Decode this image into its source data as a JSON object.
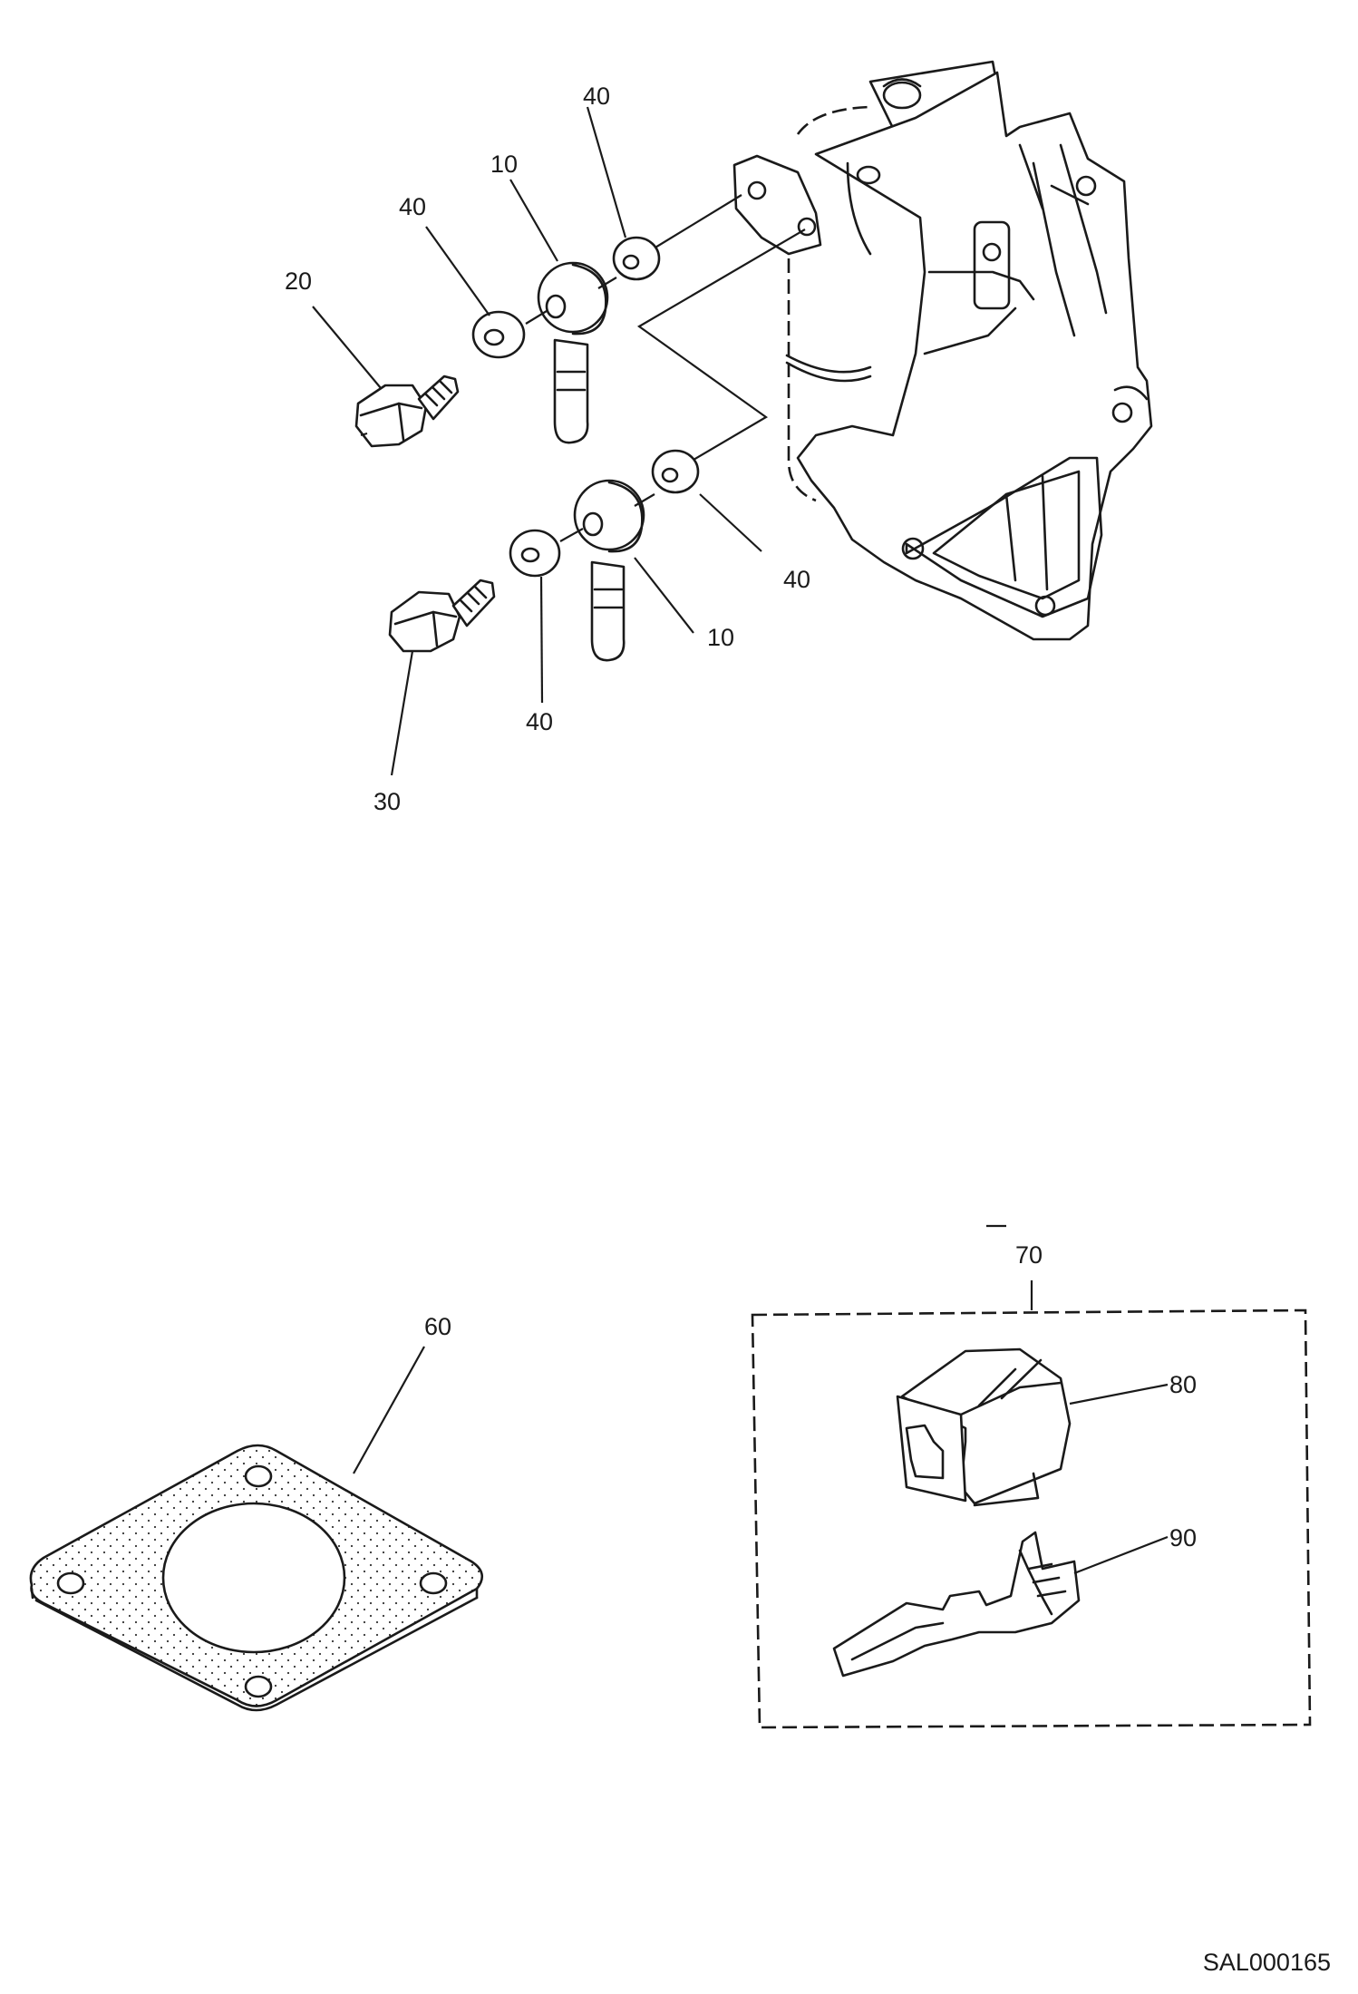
{
  "callouts": {
    "c10_upper": "10",
    "c10_lower": "10",
    "c20": "20",
    "c30": "30",
    "c40_top": "40",
    "c40_left": "40",
    "c40_right": "40",
    "c40_bottom": "40",
    "c60": "60",
    "c70": "70",
    "c80": "80",
    "c90": "90"
  },
  "reference": "SAL000165"
}
